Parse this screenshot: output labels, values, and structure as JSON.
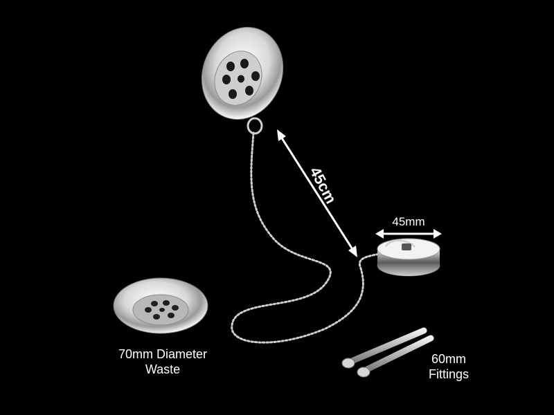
{
  "labels": {
    "waste_line1": "70mm Diameter",
    "waste_line2": "Waste",
    "fittings_line1": "60mm",
    "fittings_line2": "Fittings",
    "chain_length": "45cm",
    "plug_width": "45mm"
  },
  "colors": {
    "background": "#000000",
    "text": "#ffffff",
    "chrome_light": "#f2f2f2",
    "chrome_dark": "#8a8a8a"
  }
}
